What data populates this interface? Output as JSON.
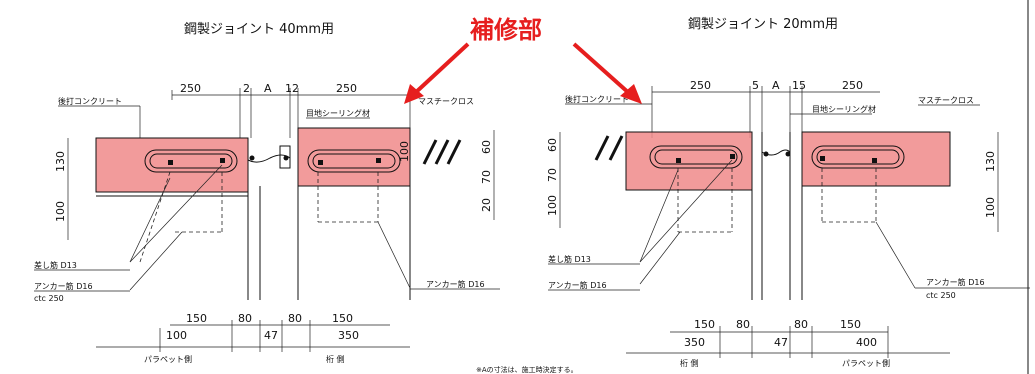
{
  "highlight": {
    "label": "補修部",
    "color": "#e61e1e",
    "fill": "#f08a8a"
  },
  "left": {
    "title": "鋼製ジョイント 40mm用",
    "dims_top": [
      "250",
      "2",
      "A",
      "12",
      "250"
    ],
    "label_concrete": "後打コンクリート",
    "label_sealing": "目地シーリング材",
    "label_mastic": "マスチークロス",
    "dims_left": [
      "130",
      "100"
    ],
    "dims_right": [
      "100",
      "60",
      "70",
      "20"
    ],
    "label_rebar": "差し筋 D13",
    "label_anchor": "アンカー筋 D16",
    "label_ctc": "ctc 250",
    "label_anchor_right": "アンカー筋 D16",
    "dims_bottom": [
      "150",
      "80",
      "80",
      "150",
      "100",
      "47",
      "350"
    ],
    "label_parapet": "パラペット側",
    "label_girder": "桁 側"
  },
  "right": {
    "title": "鋼製ジョイント 20mm用",
    "dims_top": [
      "250",
      "5",
      "A",
      "15",
      "250"
    ],
    "label_concrete": "後打コンクリート",
    "label_sealing": "目地シーリング材",
    "label_mastic": "マスチークロス",
    "dims_left": [
      "60",
      "70",
      "100"
    ],
    "dims_right": [
      "130",
      "100"
    ],
    "label_rebar": "差し筋 D13",
    "label_anchor": "アンカー筋 D16",
    "label_anchor_right": "アンカー筋 D16",
    "label_ctc": "ctc 250",
    "dims_bottom": [
      "150",
      "80",
      "80",
      "150",
      "350",
      "47",
      "400"
    ],
    "label_girder": "桁 側",
    "label_parapet": "パラペット側"
  },
  "footnote": "※Aの寸法は、施工時決定する。"
}
